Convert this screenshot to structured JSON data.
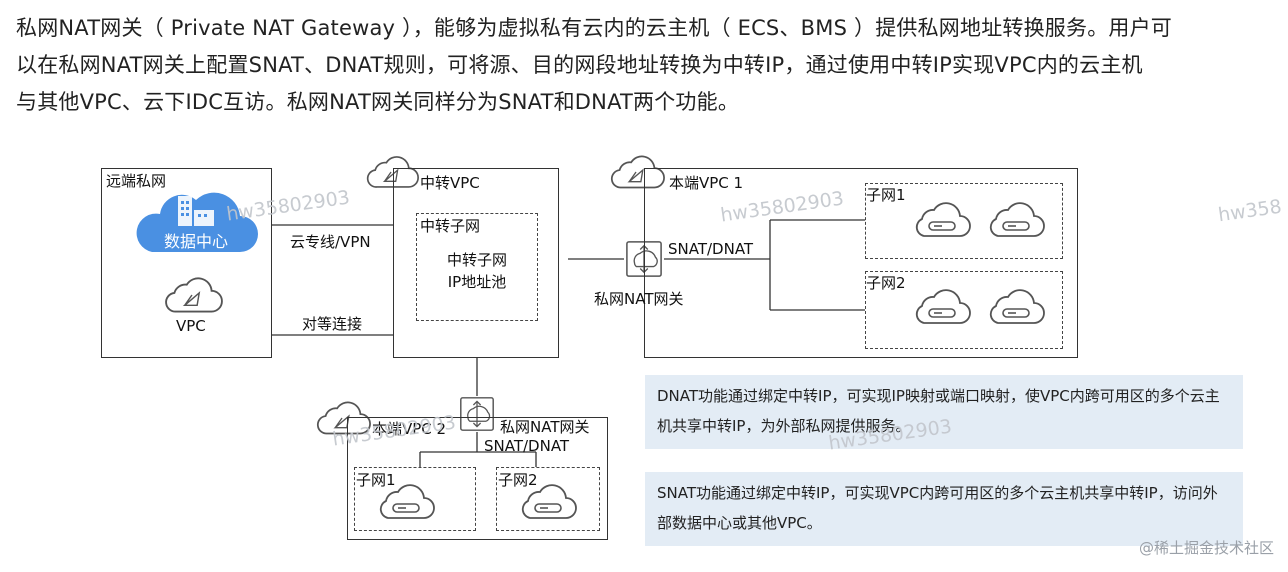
{
  "intro": {
    "line1": "私网NAT网关（ Private NAT Gateway ），能够为虚拟私有云内的云主机（ ECS、BMS ）提供私网地址转换服务。用户可",
    "line2": "以在私网NAT网关上配置SNAT、DNAT规则，可将源、目的网段地址转换为中转IP，通过使用中转IP实现VPC内的云主机",
    "line3": "与其他VPC、云下IDC互访。私网NAT网关同样分为SNAT和DNAT两个功能。"
  },
  "diagram": {
    "remote_private": "远端私网",
    "datacenter": "数据中心",
    "vpc": "VPC",
    "dedicated_line": "云专线/VPN",
    "peering": "对等连接",
    "transit_vpc": "中转VPC",
    "transit_subnet": "中转子网",
    "pool_line1": "中转子网",
    "pool_line2": "IP地址池",
    "snat_dnat_top": "SNAT/DNAT",
    "nat_gateway_top": "私网NAT网关",
    "local_vpc1": "本端VPC 1",
    "subnet1_top": "子网1",
    "subnet2_top": "子网2",
    "local_vpc2": "本端VPC 2",
    "nat_gateway_bottom": "私网NAT网关",
    "snat_dnat_bottom": "SNAT/DNAT",
    "subnet1_bottom": "子网1",
    "subnet2_bottom": "子网2"
  },
  "notes": {
    "dnat": "DNAT功能通过绑定中转IP，可实现IP映射或端口映射，使VPC内跨可用区的多个云主机共享中转IP，为外部私网提供服务。",
    "snat": "SNAT功能通过绑定中转IP，可实现VPC内跨可用区的多个云主机共享中转IP，访问外部数据中心或其他VPC。"
  },
  "watermarks": {
    "w1": "hw35802903",
    "w2": "hw35802903",
    "w3": "hw358",
    "w4": "hw35802903",
    "w5": "hw35802903"
  },
  "corner": "@稀土掘金技术社区",
  "icons": {
    "vpc": "vpc-cloud-icon",
    "ecs": "ecs-cloud-icon",
    "nat": "nat-gateway-icon",
    "datacenter": "datacenter-cloud-icon"
  },
  "colors": {
    "datacenter_cloud": "#4a90e2",
    "note_bg": "#e3ecf5"
  }
}
